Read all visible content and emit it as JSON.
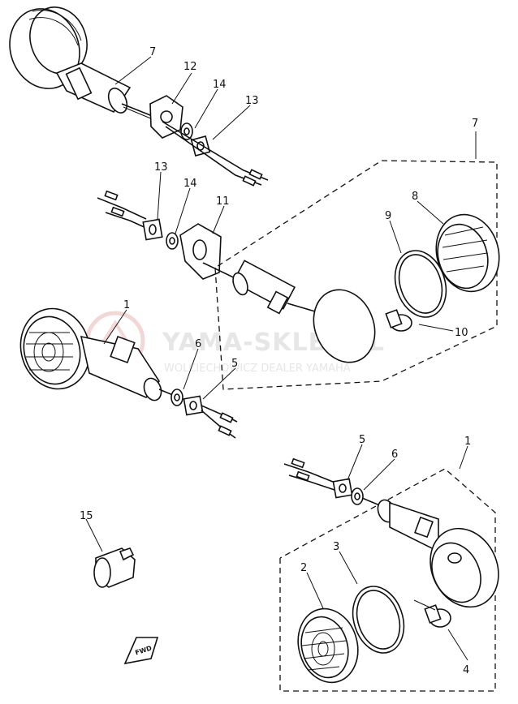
{
  "watermark": {
    "brand": "YAMA-SKLEP.PL",
    "subtitle": "WOLCIECHOWICZ DEALER YAMAHA"
  },
  "callouts": {
    "c7a": "7",
    "c12": "12",
    "c14a": "14",
    "c13a": "13",
    "c7b": "7",
    "c8": "8",
    "c9": "9",
    "c10": "10",
    "c13b": "13",
    "c14b": "14",
    "c11": "11",
    "c1a": "1",
    "c6a": "6",
    "c5a": "5",
    "c5b": "5",
    "c6b": "6",
    "c1b": "1",
    "c2": "2",
    "c3": "3",
    "c4": "4",
    "c15": "15"
  },
  "fwd_label": "FWD",
  "icons": {
    "logo": "watermark-logo-icon"
  }
}
